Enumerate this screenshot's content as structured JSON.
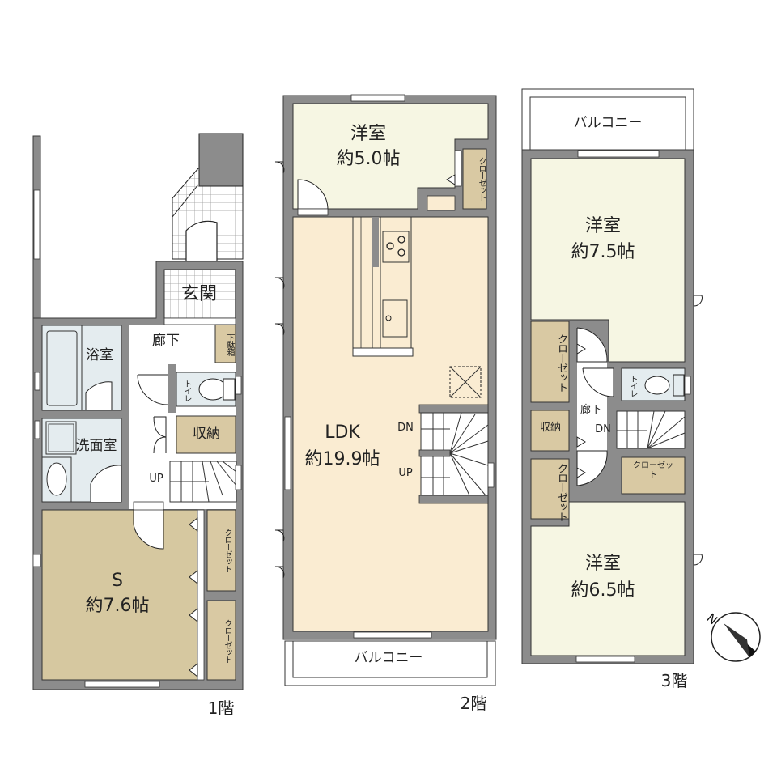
{
  "colors": {
    "wall": "#8c8c8c",
    "wall_stroke": "#3a3a3a",
    "western_room": "#f6f6e3",
    "ldk": "#faecd2",
    "storage": "#d9c9a3",
    "service_room": "#d6c8a0",
    "wet_area": "#e4ecef",
    "hall": "#ffffff",
    "entrance_tile": "#ffffff",
    "balcony": "#ffffff"
  },
  "floors": [
    {
      "label": "1階",
      "rooms": {
        "entrance": "玄関",
        "hallway": "廊下",
        "shoe_box": "下駄箱",
        "bath": "浴室",
        "washroom": "洗面室",
        "toilet": "トイレ",
        "storage": "収納",
        "stairs": "UP",
        "service_room_name": "S",
        "service_room_size": "約7.6帖",
        "closet_1": "クローゼット",
        "closet_2": "クローゼット"
      }
    },
    {
      "label": "2階",
      "rooms": {
        "western_name": "洋室",
        "western_size": "約5.0帖",
        "western_closet": "クローゼット",
        "ldk_name": "LDK",
        "ldk_size": "約19.9帖",
        "stairs_down": "DN",
        "stairs_up": "UP",
        "balcony": "バルコニー"
      }
    },
    {
      "label": "3階",
      "rooms": {
        "balcony": "バルコニー",
        "western1_name": "洋室",
        "western1_size": "約7.5帖",
        "closet_a": "クローゼット",
        "hallway": "廊下",
        "toilet": "トイレ",
        "storage": "収納",
        "stairs_down": "DN",
        "closet_b": "クローゼット",
        "closet_c": "クローゼット",
        "western2_name": "洋室",
        "western2_size": "約6.5帖"
      }
    }
  ],
  "compass": {
    "north_label": "N",
    "icon": "north-arrow-icon"
  }
}
